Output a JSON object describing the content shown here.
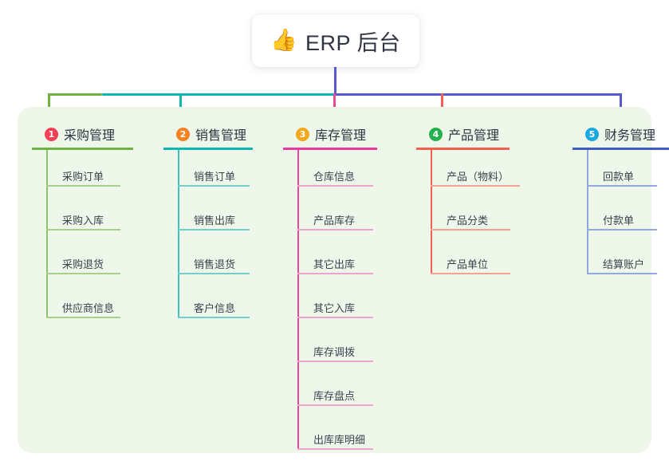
{
  "root": {
    "icon": "thumbs-up-icon",
    "icon_glyph": "👍",
    "title": "ERP 后台"
  },
  "panel": {
    "background": "#eef7ea"
  },
  "connector": {
    "root_stem_color": "#5959cf",
    "bus_colors": [
      "#6eb33f",
      "#0fb8ae",
      "#5959cf"
    ]
  },
  "columns": [
    {
      "number": "1",
      "title": "采购管理",
      "badge_color": "#ef4056",
      "rule_color": "#6eb33f",
      "item_rule_color": "#a9cf8a",
      "spine_color": "#8cc26a",
      "items": [
        {
          "label": "采购订单"
        },
        {
          "label": "采购入库"
        },
        {
          "label": "采购退货"
        },
        {
          "label": "供应商信息"
        }
      ]
    },
    {
      "number": "2",
      "title": "销售管理",
      "badge_color": "#f58220",
      "rule_color": "#0fb8ae",
      "item_rule_color": "#72cfc9",
      "spine_color": "#3fc3bb",
      "items": [
        {
          "label": "销售订单"
        },
        {
          "label": "销售出库"
        },
        {
          "label": "销售退货"
        },
        {
          "label": "客户信息"
        }
      ]
    },
    {
      "number": "3",
      "title": "库存管理",
      "badge_color": "#f2a81d",
      "rule_color": "#e8399f",
      "item_rule_color": "#f0a4cd",
      "spine_color": "#ec4899",
      "items": [
        {
          "label": "仓库信息"
        },
        {
          "label": "产品库存"
        },
        {
          "label": "其它出库"
        },
        {
          "label": "其它入库"
        },
        {
          "label": "库存调拨"
        },
        {
          "label": "库存盘点"
        },
        {
          "label": "出库库明细"
        }
      ]
    },
    {
      "number": "4",
      "title": "产品管理",
      "badge_color": "#22b14c",
      "rule_color": "#f0614f",
      "item_rule_color": "#f5a295",
      "spine_color": "#f0614f",
      "items": [
        {
          "label": "产品（物料）"
        },
        {
          "label": "产品分类"
        },
        {
          "label": "产品单位"
        }
      ]
    },
    {
      "number": "5",
      "title": "财务管理",
      "badge_color": "#1aa8e0",
      "rule_color": "#3d5fc4",
      "item_rule_color": "#93a9e0",
      "spine_color": "#8fa6de",
      "items": [
        {
          "label": "回款单"
        },
        {
          "label": "付款单"
        },
        {
          "label": "结算账户"
        }
      ]
    }
  ]
}
